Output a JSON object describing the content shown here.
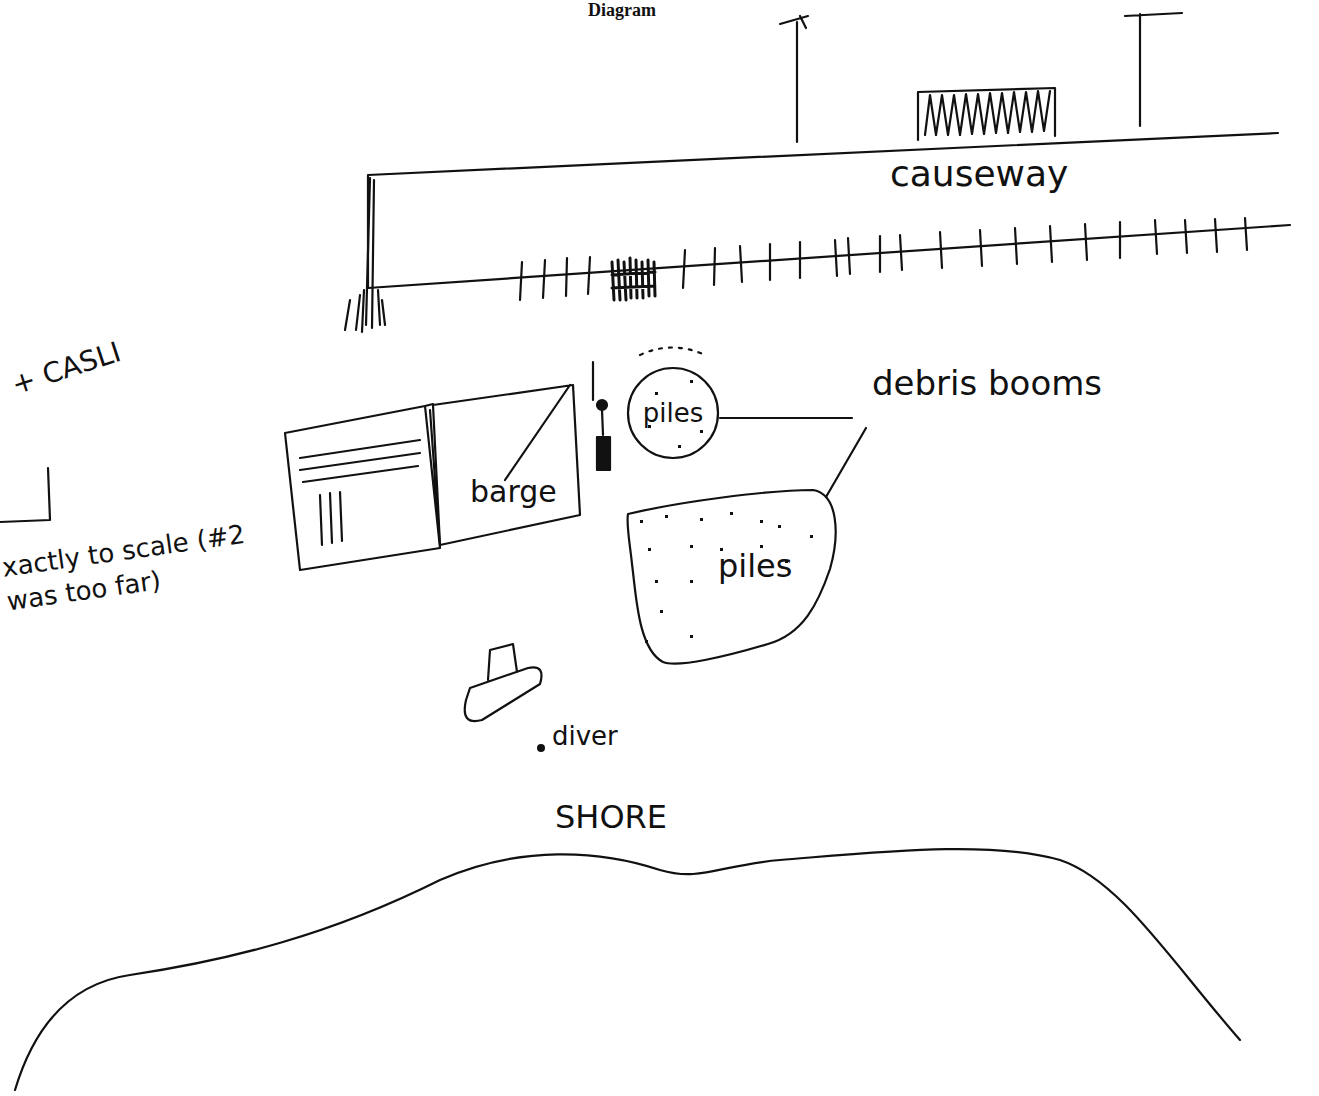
{
  "diagram": {
    "title": "Diagram",
    "nodes": [
      {
        "text": [
          "causeway"
        ]
      },
      {
        "text": [
          "barge"
        ]
      },
      {
        "text": [
          "piles"
        ]
      },
      {
        "text": [
          "piles"
        ]
      }
    ],
    "labels": [
      "+ CASLI",
      "xactly to scale (#2 was too far)",
      "debris booms",
      "diver",
      "SHORE"
    ]
  }
}
